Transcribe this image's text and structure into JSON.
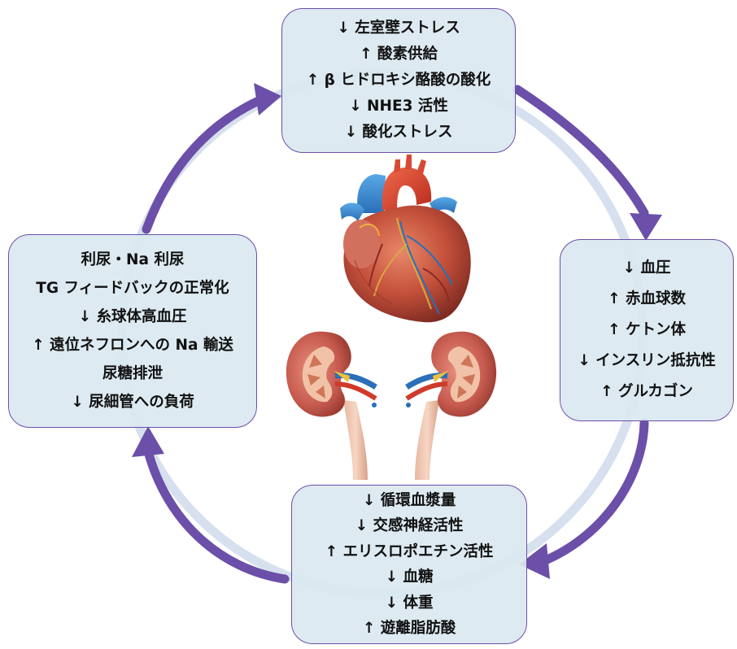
{
  "diagram": {
    "cycle_color": "#6b4fa8",
    "box_fill": "#dae8f0",
    "ring_highlight": "#c9d6e8",
    "boxes": {
      "top": [
        "↓ 左室壁ストレス",
        "↑ 酸素供給",
        "↑ β ヒドロキシ酪酸の酸化",
        "↓ NHE3 活性",
        "↓ 酸化ストレス"
      ],
      "right": [
        "↓ 血圧",
        "↑ 赤血球数",
        "↑ ケトン体",
        "↓ インスリン抵抗性",
        "↑ グルカゴン"
      ],
      "bottom": [
        "↓ 循環血漿量",
        "↓ 交感神経活性",
        "↑ エリスロポエチン活性",
        "↓ 血糖",
        "↓ 体重",
        "↑ 遊離脂肪酸"
      ],
      "left": [
        "利尿・Na 利尿",
        "TG フィードバックの正常化",
        "↓ 糸球体高血圧",
        "↑ 遠位ネフロンへの Na 輸送",
        "尿糖排泄",
        "↓ 尿細管への負荷"
      ]
    },
    "illustrations": {
      "heart": "heart-illustration",
      "kidneys": "kidney-pair-illustration"
    }
  }
}
